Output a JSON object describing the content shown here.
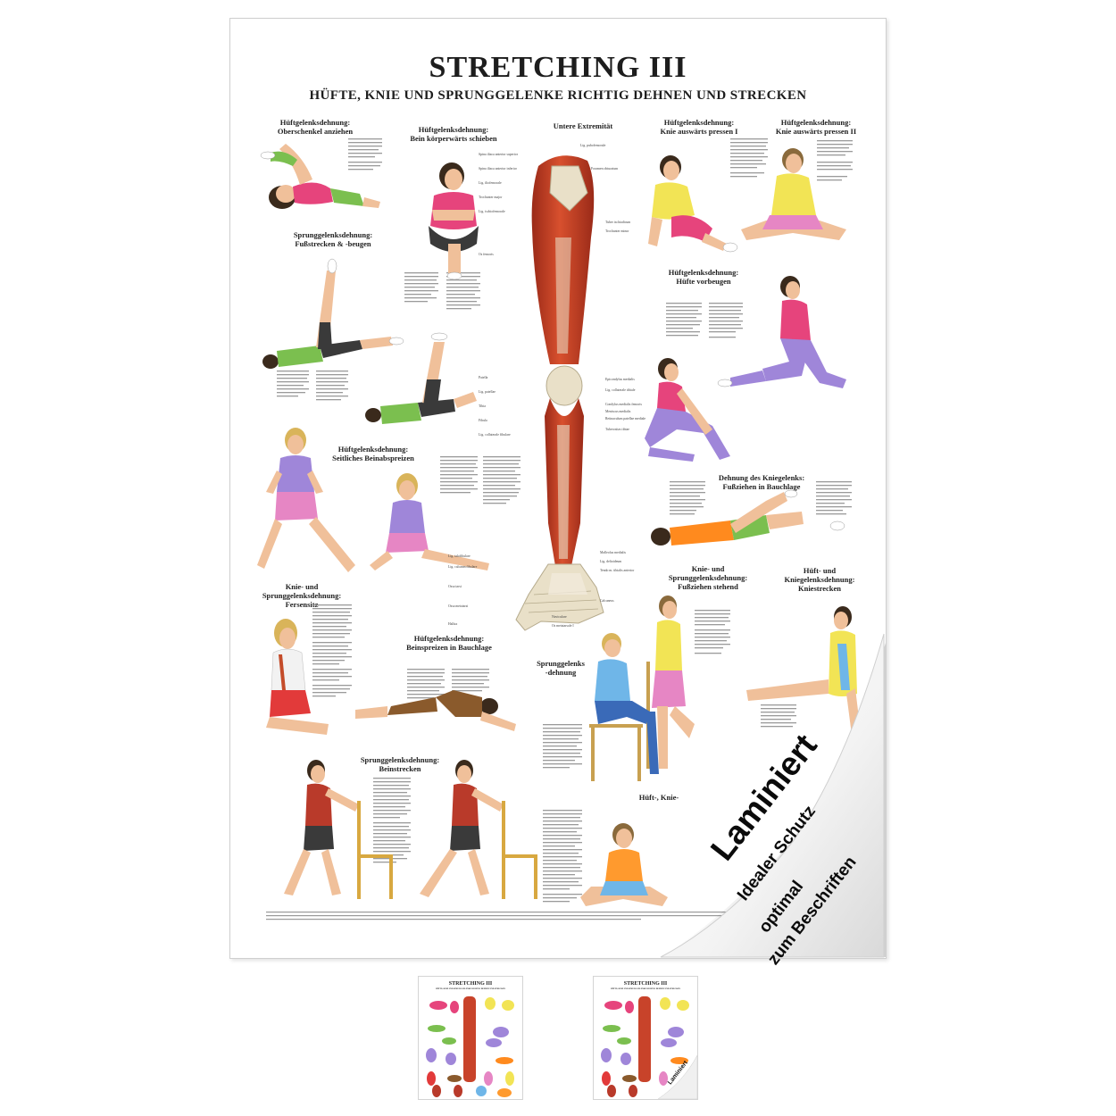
{
  "title": "STRETCHING III",
  "subtitle": "HÜFTE, KNIE UND SPRUNGGELENKE RICHTIG DEHNEN UND STRECKEN",
  "sections": [
    {
      "id": "s1",
      "heading": "Hüftgelenksdehnung:\nOberschenkel anziehen"
    },
    {
      "id": "s2",
      "heading": "Hüftgelenksdehnung:\nBein körperwärts schieben"
    },
    {
      "id": "s3",
      "heading": "Untere Extremität"
    },
    {
      "id": "s4",
      "heading": "Hüftgelenksdehnung:\nKnie auswärts pressen I"
    },
    {
      "id": "s5",
      "heading": "Hüftgelenksdehnung:\nKnie auswärts pressen II"
    },
    {
      "id": "s6",
      "heading": "Sprunggelenksdehnung:\nFußstrecken & -beugen"
    },
    {
      "id": "s7",
      "heading": "Hüftgelenksdehnung:\nHüfte vorbeugen"
    },
    {
      "id": "s8",
      "heading": "Hüftgelenksdehnung:\nSeitliches Beinabspreizen"
    },
    {
      "id": "s9",
      "heading": "Dehnung des Kniegelenks:\nFußziehen in Bauchlage"
    },
    {
      "id": "s10",
      "heading": "Knie- und\nSprunggelenksdehnung:\nFersensitz"
    },
    {
      "id": "s11",
      "heading": "Knie- und\nSprunggelenksdehnung:\nFußziehen stehend"
    },
    {
      "id": "s12",
      "heading": "Hüft- und\nKniegelenksdehnung:\nKniestrecken"
    },
    {
      "id": "s13",
      "heading": "Hüftgelenksdehnung:\nBeinspreizen in Bauchlage"
    },
    {
      "id": "s14",
      "heading": "Sprunggelenks\n-dehnung"
    },
    {
      "id": "s15",
      "heading": "Sprunggelenksdehnung:\nBeinstrecken"
    },
    {
      "id": "s16",
      "heading": "Hüft-, Knie-"
    }
  ],
  "anatomy_labels": {
    "left": [
      "Spina iliaca anterior superior",
      "Spina iliaca anterior inferior",
      "Lig. iliofemorale",
      "Trochanter major",
      "Lig. ischiofemorale",
      "Os femoris",
      "Patella",
      "Lig. patellae",
      "Tibia",
      "Fibula",
      "Lig. collaterale fibulare",
      "Lig. talofibulare",
      "Lig. calcaneofibulare",
      "Ossa tarsi",
      "Ossa metatarsi",
      "Hallux"
    ],
    "right": [
      "Lig. pubofemorale",
      "Foramen obturatum",
      "Tuber ischiadicum",
      "Trochanter minor",
      "Epicondylus medialis",
      "Lig. collaterale tibiale",
      "Condylus medialis femoris",
      "Meniscus medialis",
      "Retinaculum patellae mediale",
      "Tuberositas tibiae",
      "Malleolus medialis",
      "Lig. deltoideum",
      "Tendo m. tibialis anterior",
      "Calcaneus",
      "Naviculare",
      "Os metatarsale I"
    ]
  },
  "badge": {
    "main": "Laminiert",
    "line1": "Idealer Schutz",
    "line2": "optimal",
    "line3": "zum Beschriften"
  },
  "thumbnails": [
    {
      "title": "STRETCHING III",
      "subtitle": "HÜFTE, KNIE UND SPRUNGGELENKE RICHTIG DEHNEN UND STRECKEN"
    },
    {
      "title": "STRETCHING III",
      "subtitle": "HÜFTE, KNIE UND SPRUNGGELENKE RICHTIG DEHNEN UND STRECKEN",
      "badge": "Laminiert"
    }
  ],
  "colors": {
    "muscle": "#c8432a",
    "muscle_light": "#e07a52",
    "skin": "#f0c09a",
    "shirt_pink": "#e6447c",
    "shirt_yellow": "#f2e455",
    "shorts_green": "#7bbf4f",
    "shorts_pink": "#e686c4",
    "shirt_lavender": "#9f86d9",
    "hair": "#3a2a1c",
    "bone": "#e9e0c8"
  }
}
